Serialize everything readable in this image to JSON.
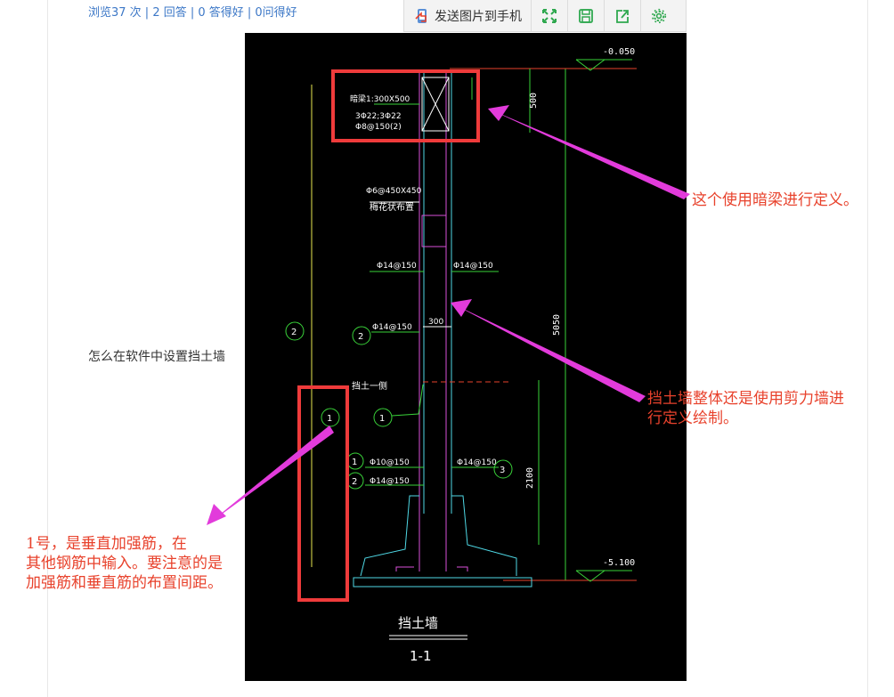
{
  "header": {
    "stats": "浏览37 次 | 2 回答 | 0 答得好 | 0问得好"
  },
  "question_text": "怎么在软件中设置挡土墙",
  "toolbar": {
    "send_label": "发送图片到手机",
    "buttons": [
      {
        "icon": "fullscreen-icon"
      },
      {
        "icon": "save-icon"
      },
      {
        "icon": "share-icon"
      },
      {
        "icon": "settings-icon"
      }
    ]
  },
  "drawing": {
    "elev_top": "-0.050",
    "elev_bottom": "-5.100",
    "dim_500": "500",
    "dim_5050": "5050",
    "dim_2100": "2100",
    "dim_300": "300",
    "beam_line1": "暗梁1:300X500",
    "beam_line2": "3Φ22;3Φ22",
    "beam_line3": "Φ8@150(2)",
    "tie_line1": "Φ6@450X450",
    "tie_line2": "梅花状布置",
    "rebar_14_150": "Φ14@150",
    "rebar_10_150": "Φ10@150",
    "soil_side": "挡土一侧",
    "title": "挡土墙",
    "section": "1-1",
    "callout_1": "1",
    "callout_2": "2",
    "callout_3": "3"
  },
  "annotations": {
    "hidden_beam": "这个使用暗梁进行定义。",
    "shear_wall_line1": "挡土墙整体还是使用剪力墙进",
    "shear_wall_line2": "行定义绘制。",
    "rebar_line1": "1号，是垂直加强筋，在",
    "rebar_line2": "其他钢筋中输入。要注意的是",
    "rebar_line3": "加强筋和垂直筋的布置间距。"
  },
  "colors": {
    "link_blue": "#3d78c7",
    "annotation_red": "#e8422c",
    "highlight_box": "#ef3b3b",
    "arrow_magenta": "#e23bdb",
    "cad_green": "#39d239",
    "cad_white": "#ffffff",
    "cad_cyan": "#4fd9e6",
    "cad_magenta": "#d84fd8",
    "cad_yellow": "#e6e64f",
    "toolbar_green": "#2fa84f"
  }
}
